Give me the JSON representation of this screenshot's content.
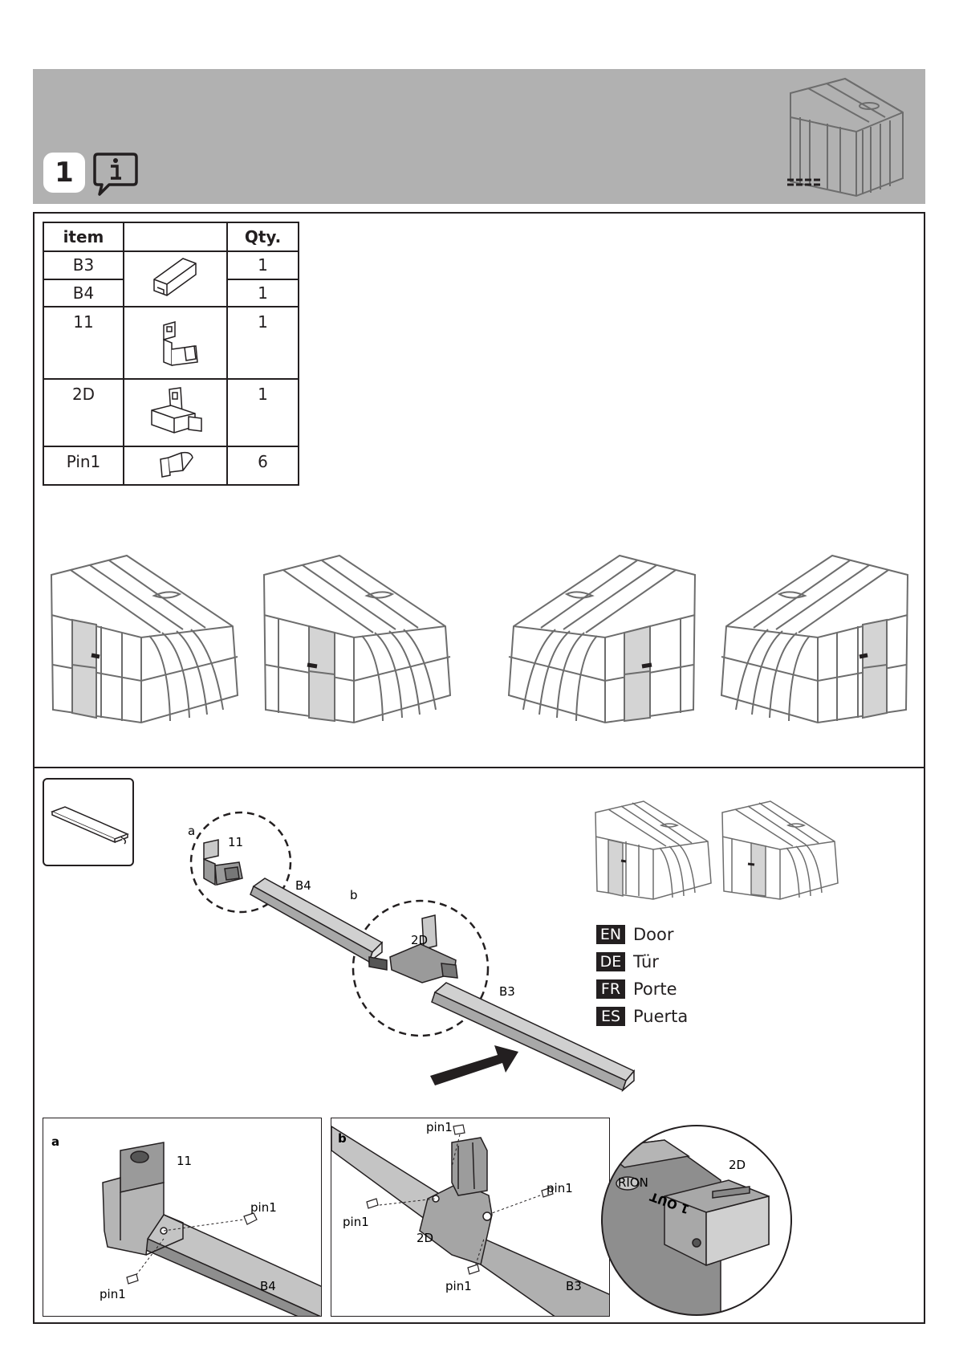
{
  "step": {
    "number": "1"
  },
  "parts_table": {
    "headers": {
      "item": "item",
      "image": "",
      "qty": "Qty."
    },
    "rows": [
      {
        "item": "B3",
        "qty": "1"
      },
      {
        "item": "B4",
        "qty": "1"
      },
      {
        "item": "11",
        "qty": "1"
      },
      {
        "item": "2D",
        "qty": "1"
      },
      {
        "item": "Pin1",
        "qty": "6"
      }
    ]
  },
  "assembly": {
    "callout_a": "a",
    "callout_b": "b",
    "part_11": "11",
    "part_b4": "B4",
    "part_2d": "2D",
    "part_b3": "B3"
  },
  "door_labels": [
    {
      "code": "EN",
      "word": "Door"
    },
    {
      "code": "DE",
      "word": "Tür"
    },
    {
      "code": "FR",
      "word": "Porte"
    },
    {
      "code": "ES",
      "word": "Puerta"
    }
  ],
  "detail_a": {
    "letter": "a",
    "part_11": "11",
    "pin_top": "pin1",
    "pin_bottom": "pin1",
    "part_b4": "B4"
  },
  "detail_b": {
    "letter": "b",
    "pin_top": "pin1",
    "pin_left": "pin1",
    "pin_right": "pin1",
    "pin_bottom": "pin1",
    "part_2d": "2D",
    "part_b3": "B3"
  },
  "closeup": {
    "part_2d": "2D",
    "embossed": "1 OUT",
    "logo": "RION"
  },
  "colors": {
    "header_bg": "#b1b1b1",
    "ink": "#231f20",
    "door_fill": "#d4d4d4",
    "part_fill": "#9a9a9a"
  },
  "icons": [
    "info-speech-icon",
    "greenhouse-icon",
    "tool-ruler-icon",
    "arrow-icon"
  ]
}
